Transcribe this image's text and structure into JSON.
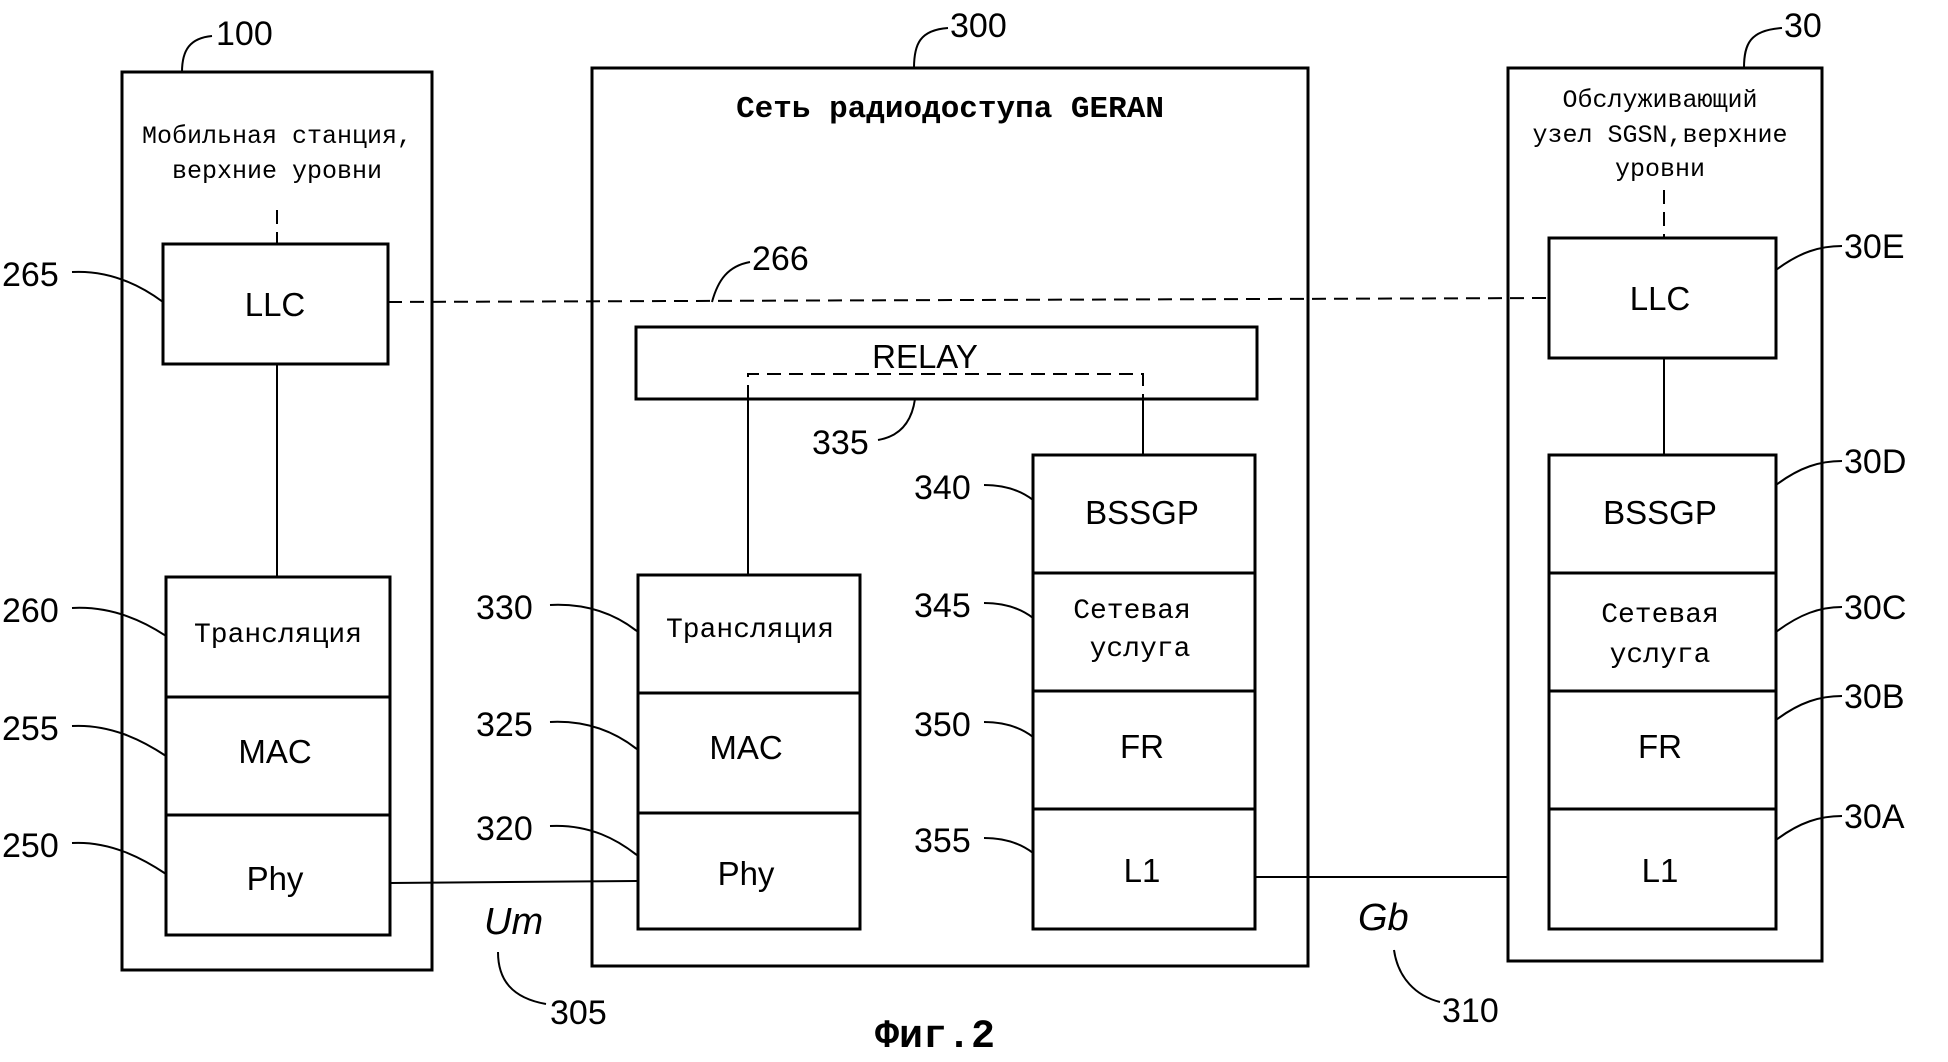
{
  "ms": {
    "ref": "100",
    "header_lines": [
      "Мобильная станция,",
      "верхние уровни"
    ],
    "llc": {
      "label": "LLC",
      "ref": "265"
    },
    "translation": {
      "label": "Трансляция",
      "ref": "260"
    },
    "mac": {
      "label": "MAC",
      "ref": "255"
    },
    "phy": {
      "label": "Phy",
      "ref": "250"
    }
  },
  "geran": {
    "ref": "300",
    "title": "Сеть радиодоступа GERAN",
    "relay": {
      "label": "RELAY",
      "ref": "335"
    },
    "translation": {
      "label": "Трансляция",
      "ref": "330"
    },
    "mac": {
      "label": "MAC",
      "ref": "325"
    },
    "phy": {
      "label": "Phy",
      "ref": "320"
    },
    "bssgp": {
      "label": "BSSGP",
      "ref": "340"
    },
    "netservice": {
      "label_lines": [
        "Сетевая",
        "услуга"
      ],
      "ref": "345"
    },
    "fr": {
      "label": "FR",
      "ref": "350"
    },
    "l1": {
      "label": "L1",
      "ref": "355"
    }
  },
  "sgsn": {
    "ref": "30",
    "header_lines": [
      "Обслуживающий",
      "узел SGSN,верхние",
      "уровни"
    ],
    "llc": {
      "label": "LLC",
      "ref": "30E"
    },
    "bssgp": {
      "label": "BSSGP",
      "ref": "30D"
    },
    "netservice": {
      "label_lines": [
        "Сетевая",
        "услуга"
      ],
      "ref": "30C"
    },
    "fr": {
      "label": "FR",
      "ref": "30B"
    },
    "l1": {
      "label": "L1",
      "ref": "30A"
    }
  },
  "llc_link_ref": "266",
  "interfaces": {
    "um": {
      "label": "Um",
      "ref": "305"
    },
    "gb": {
      "label": "Gb",
      "ref": "310"
    }
  },
  "caption": "Фиг.2"
}
